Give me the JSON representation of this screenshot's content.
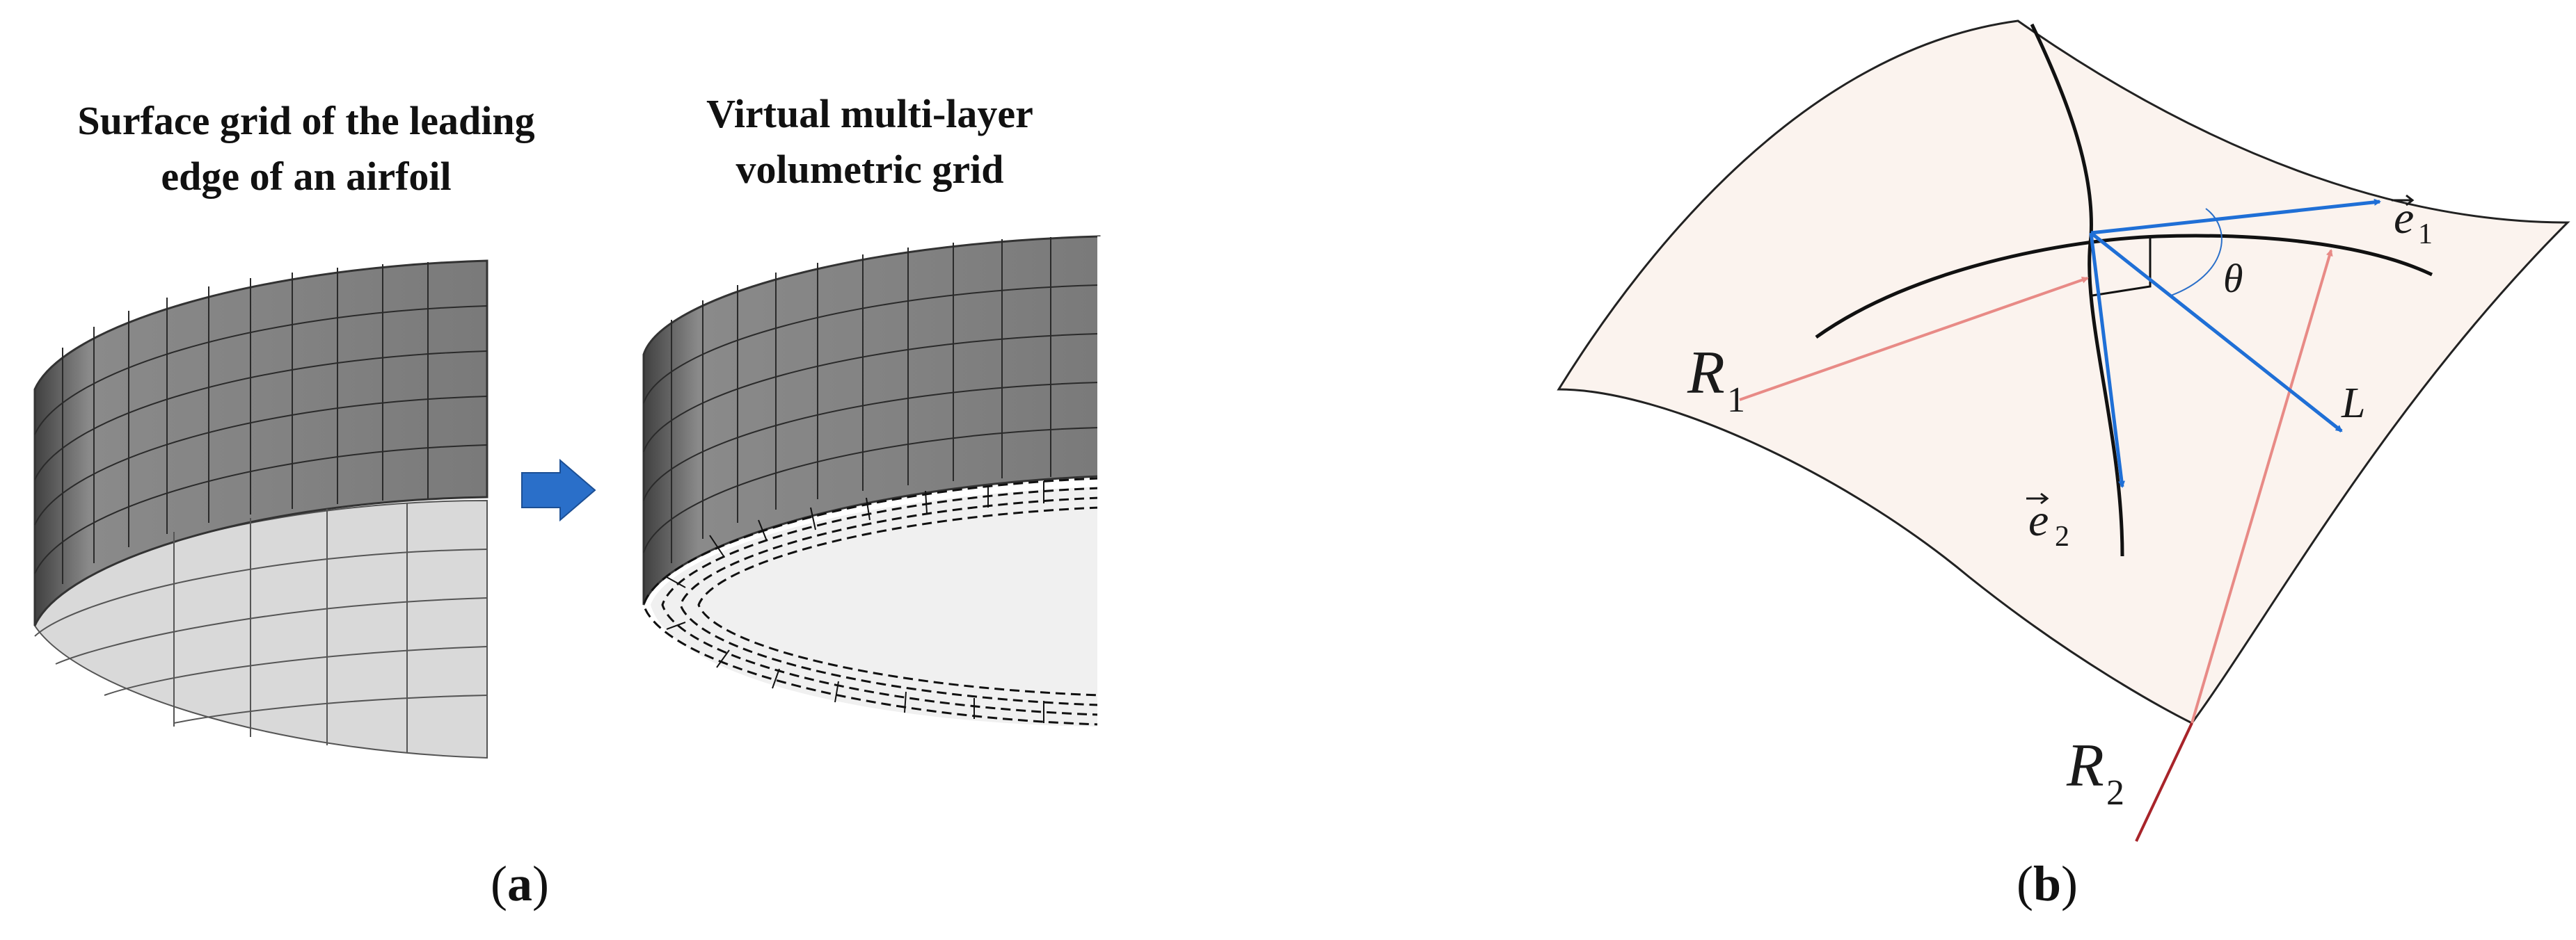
{
  "panel_a": {
    "title_left": [
      "Surface grid of the leading",
      "edge of an airfoil"
    ],
    "title_right": [
      "Virtual multi-layer",
      "volumetric grid"
    ],
    "label_open": "(",
    "label_letter": "a",
    "label_close": ")"
  },
  "panel_b": {
    "label_open": "(",
    "label_letter": "b",
    "label_close": ")",
    "symbols": {
      "R1_base": "R",
      "R1_sub": "1",
      "R2_base": "R",
      "R2_sub": "2",
      "e1_base": "e",
      "e1_sub": "1",
      "e2_base": "e",
      "e2_sub": "2",
      "L": "L",
      "theta": "θ"
    }
  },
  "colors": {
    "grid_dark": "#6f6f6f",
    "grid_inner": "#bdbdbd",
    "arrow_blue": "#2a6fc9",
    "vector_blue": "#1f6fd6",
    "radius_pink": "#e88a86",
    "radius_dark_red": "#a8242a",
    "patch_fill": "#fbf3ee"
  }
}
